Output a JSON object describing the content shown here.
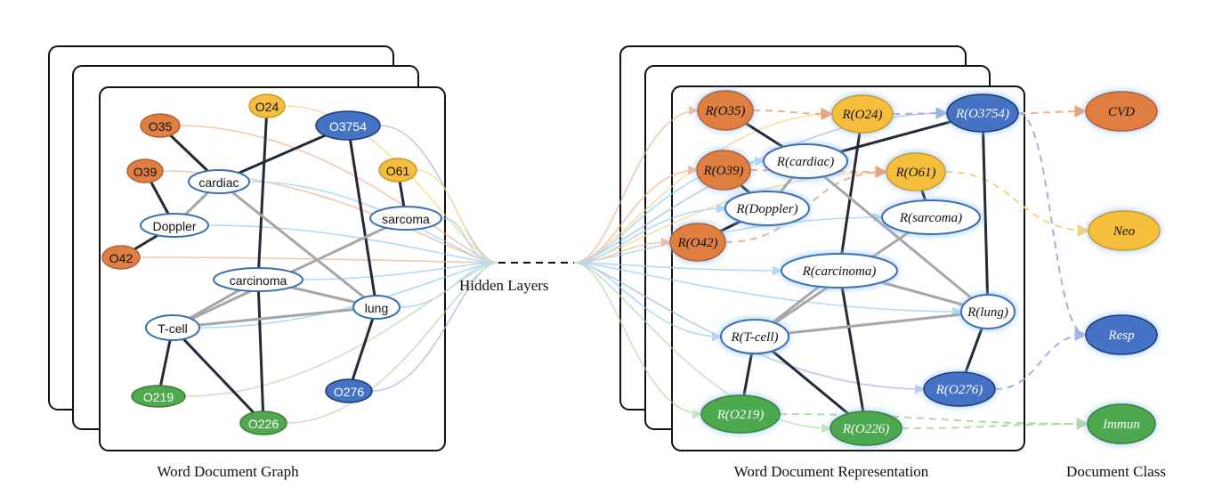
{
  "captions": {
    "left": "Word Document Graph",
    "hidden": "Hidden Layers",
    "middle": "Word Document Representation",
    "right": "Document Class"
  },
  "colors": {
    "orange": "#E07F43",
    "yellow": "#F5BE3C",
    "blue": "#4472C4",
    "green": "#4EA94F",
    "word_stroke": "#3A6FB0",
    "dark_edge": "#222a38",
    "gray_edge": "#a6a6a6",
    "glow": "#9cc8ff"
  },
  "graph_left": {
    "nodes": [
      {
        "id": "O35",
        "label": "O35",
        "type": "orange"
      },
      {
        "id": "O24",
        "label": "O24",
        "type": "yellow"
      },
      {
        "id": "O3754",
        "label": "O3754",
        "type": "blue"
      },
      {
        "id": "O39",
        "label": "O39",
        "type": "orange"
      },
      {
        "id": "cardiac",
        "label": "cardiac",
        "type": "word"
      },
      {
        "id": "O61",
        "label": "O61",
        "type": "yellow"
      },
      {
        "id": "Doppler",
        "label": "Doppler",
        "type": "word"
      },
      {
        "id": "sarcoma",
        "label": "sarcoma",
        "type": "word"
      },
      {
        "id": "O42",
        "label": "O42",
        "type": "orange"
      },
      {
        "id": "carcinoma",
        "label": "carcinoma",
        "type": "word"
      },
      {
        "id": "lung",
        "label": "lung",
        "type": "word"
      },
      {
        "id": "T-cell",
        "label": "T-cell",
        "type": "word"
      },
      {
        "id": "O219",
        "label": "O219",
        "type": "green"
      },
      {
        "id": "O276",
        "label": "O276",
        "type": "blue"
      },
      {
        "id": "O226",
        "label": "O226",
        "type": "green"
      }
    ],
    "edges": [
      {
        "from": "O35",
        "to": "cardiac",
        "kind": "dark"
      },
      {
        "from": "O3754",
        "to": "cardiac",
        "kind": "dark"
      },
      {
        "from": "O24",
        "to": "carcinoma",
        "kind": "dark"
      },
      {
        "from": "O3754",
        "to": "lung",
        "kind": "dark"
      },
      {
        "from": "O61",
        "to": "sarcoma",
        "kind": "dark"
      },
      {
        "from": "O39",
        "to": "Doppler",
        "kind": "dark"
      },
      {
        "from": "Doppler",
        "to": "O42",
        "kind": "dark"
      },
      {
        "from": "carcinoma",
        "to": "O226",
        "kind": "dark"
      },
      {
        "from": "T-cell",
        "to": "O219",
        "kind": "dark"
      },
      {
        "from": "T-cell",
        "to": "O226",
        "kind": "dark"
      },
      {
        "from": "lung",
        "to": "O276",
        "kind": "dark"
      },
      {
        "from": "cardiac",
        "to": "Doppler",
        "kind": "gray"
      },
      {
        "from": "cardiac",
        "to": "lung",
        "kind": "gray"
      },
      {
        "from": "sarcoma",
        "to": "T-cell",
        "kind": "gray"
      },
      {
        "from": "carcinoma",
        "to": "T-cell",
        "kind": "gray"
      },
      {
        "from": "carcinoma",
        "to": "lung",
        "kind": "gray"
      },
      {
        "from": "T-cell",
        "to": "lung",
        "kind": "gray"
      }
    ]
  },
  "graph_right": {
    "nodes": [
      {
        "id": "R35",
        "label": "R(O35)",
        "type": "orange"
      },
      {
        "id": "R24",
        "label": "R(O24)",
        "type": "yellow"
      },
      {
        "id": "R3754",
        "label": "R(O3754)",
        "type": "blue"
      },
      {
        "id": "R39",
        "label": "R(O39)",
        "type": "orange"
      },
      {
        "id": "Rcardiac",
        "label": "R(cardiac)",
        "type": "word"
      },
      {
        "id": "R61",
        "label": "R(O61)",
        "type": "yellow"
      },
      {
        "id": "RDoppler",
        "label": "R(Doppler)",
        "type": "word"
      },
      {
        "id": "Rsarcoma",
        "label": "R(sarcoma)",
        "type": "word"
      },
      {
        "id": "R42",
        "label": "R(O42)",
        "type": "orange"
      },
      {
        "id": "Rcarcinoma",
        "label": "R(carcinoma)",
        "type": "word"
      },
      {
        "id": "Rlung",
        "label": "R(lung)",
        "type": "word"
      },
      {
        "id": "RTcell",
        "label": "R(T-cell)",
        "type": "word"
      },
      {
        "id": "R276",
        "label": "R(O276)",
        "type": "blue"
      },
      {
        "id": "R219",
        "label": "R(O219)",
        "type": "green"
      },
      {
        "id": "R226",
        "label": "R(O226)",
        "type": "green"
      }
    ],
    "edges": [
      {
        "from": "R35",
        "to": "Rcardiac",
        "kind": "dark"
      },
      {
        "from": "R3754",
        "to": "Rcardiac",
        "kind": "dark"
      },
      {
        "from": "R24",
        "to": "Rcarcinoma",
        "kind": "dark"
      },
      {
        "from": "R3754",
        "to": "Rlung",
        "kind": "dark"
      },
      {
        "from": "R61",
        "to": "Rsarcoma",
        "kind": "dark"
      },
      {
        "from": "R39",
        "to": "RDoppler",
        "kind": "dark"
      },
      {
        "from": "RDoppler",
        "to": "R42",
        "kind": "dark"
      },
      {
        "from": "Rcarcinoma",
        "to": "R226",
        "kind": "dark"
      },
      {
        "from": "RTcell",
        "to": "R219",
        "kind": "dark"
      },
      {
        "from": "RTcell",
        "to": "R226",
        "kind": "dark"
      },
      {
        "from": "Rlung",
        "to": "R276",
        "kind": "dark"
      },
      {
        "from": "Rcardiac",
        "to": "RDoppler",
        "kind": "gray"
      },
      {
        "from": "Rcardiac",
        "to": "Rlung",
        "kind": "gray"
      },
      {
        "from": "Rsarcoma",
        "to": "RTcell",
        "kind": "gray"
      },
      {
        "from": "Rcarcinoma",
        "to": "RTcell",
        "kind": "gray"
      },
      {
        "from": "Rcarcinoma",
        "to": "Rlung",
        "kind": "gray"
      },
      {
        "from": "RTcell",
        "to": "Rlung",
        "kind": "gray"
      }
    ]
  },
  "classes": [
    {
      "id": "CVD",
      "label": "CVD",
      "type": "orange"
    },
    {
      "id": "Neo",
      "label": "Neo",
      "type": "yellow"
    },
    {
      "id": "Resp",
      "label": "Resp",
      "type": "blue"
    },
    {
      "id": "Immun",
      "label": "Immun",
      "type": "green"
    }
  ],
  "class_edges": [
    {
      "from": "R35",
      "to": "R24",
      "color": "orange"
    },
    {
      "from": "R24",
      "to": "R3754",
      "color": "blue"
    },
    {
      "from": "R3754",
      "to": "CVD",
      "color": "orange"
    },
    {
      "from": "R39",
      "to": "R61",
      "color": "orange"
    },
    {
      "from": "R42",
      "to": "R61",
      "color": "orange"
    },
    {
      "from": "R61",
      "to": "Neo",
      "color": "yellow"
    },
    {
      "from": "R3754",
      "to": "Resp",
      "color": "blue"
    },
    {
      "from": "R276",
      "to": "Resp",
      "color": "blue"
    },
    {
      "from": "R219",
      "to": "Immun",
      "color": "green"
    },
    {
      "from": "R226",
      "to": "Immun",
      "color": "green"
    }
  ]
}
